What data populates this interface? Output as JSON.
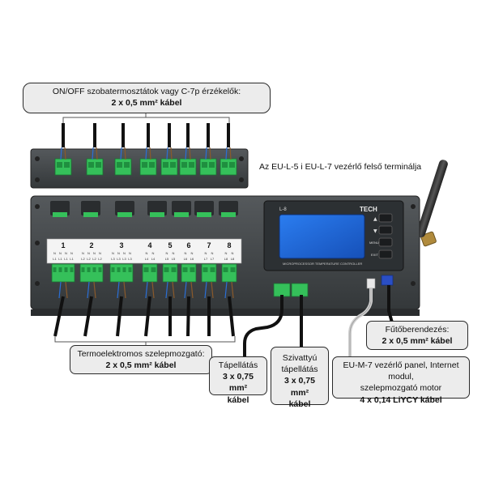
{
  "callouts": {
    "top": {
      "line1": "ON/OFF szobatermosztátok vagy C-7p érzékelők:",
      "line2": "2 x 0,5 mm² kábel"
    },
    "top_terminal_label": "Az EU-L-5 i EU-L-7  vezérlő felső terminálja",
    "valves": {
      "line1": "Termoelektromos szelepmozgató:",
      "line2": "2 x 0,5 mm² kábel"
    },
    "power": {
      "line1": "Tápellátás",
      "line2": "3 x 0,75 mm²",
      "line3": "kábel"
    },
    "pump": {
      "line1": "Szivattyú",
      "line2": "tápellátás",
      "line3": "3 x 0,75 mm²",
      "line4": "kábel"
    },
    "heater": {
      "line1": "Fűtőberendezés:",
      "line2": "2 x 0,5 mm² kábel"
    },
    "modules": {
      "line1": "EU-M-7 vezérlő panel, Internet modul,",
      "line2": "szelepmozgató motor",
      "line3": "4 x 0,14 LiYCY kábel"
    }
  },
  "controller": {
    "model": "L-8",
    "brand": "TECH",
    "display_caption": "MICROPROCESSOR TEMPERATURE CONTROLLER",
    "button_up": "▲",
    "button_down": "▼",
    "button_menu": "MENU",
    "button_exit": "EXIT",
    "zone_numbers": [
      "1",
      "2",
      "3",
      "4",
      "5",
      "6",
      "7",
      "8"
    ],
    "terminal_pairs": [
      [
        "N",
        "N",
        "N",
        "N"
      ],
      [
        "N",
        "N",
        "N",
        "N"
      ],
      [
        "N",
        "N",
        "N",
        "N"
      ],
      [
        "N",
        "N"
      ],
      [
        "N",
        "N"
      ],
      [
        "N",
        "N"
      ],
      [
        "N",
        "N"
      ],
      [
        "N",
        "N"
      ]
    ],
    "terminal_lines": [
      [
        "L1",
        "L1",
        "L1",
        "L1"
      ],
      [
        "L2",
        "L2",
        "L2",
        "L2"
      ],
      [
        "L3",
        "L3",
        "L3",
        "L3"
      ],
      [
        "L4",
        "L4"
      ],
      [
        "L5",
        "L5"
      ],
      [
        "L6",
        "L6"
      ],
      [
        "L7",
        "L7"
      ],
      [
        "L8",
        "L8"
      ]
    ]
  },
  "colors": {
    "housing": "#3f4346",
    "housing_dark": "#2b2e30",
    "terminal_green": "#35c05a",
    "lcd_blue": "#1f67d8",
    "callout_fill": "#ececec",
    "cable": "#111111",
    "antenna": "#b08a3c"
  }
}
